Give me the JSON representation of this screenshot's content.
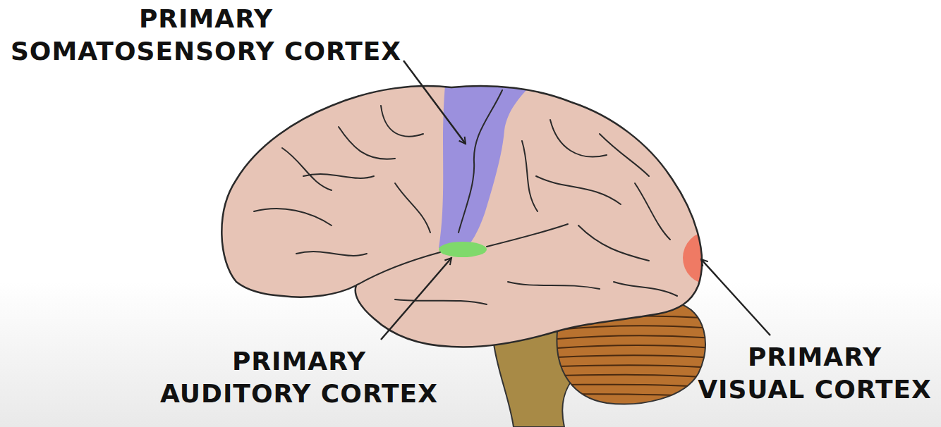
{
  "diagram": {
    "labels": [
      "PRIMARY SOMATOSENSORY CORTEX",
      "PRIMARY AUDITORY CORTEX",
      "PRIMARY VISUAL CORTEX"
    ]
  }
}
